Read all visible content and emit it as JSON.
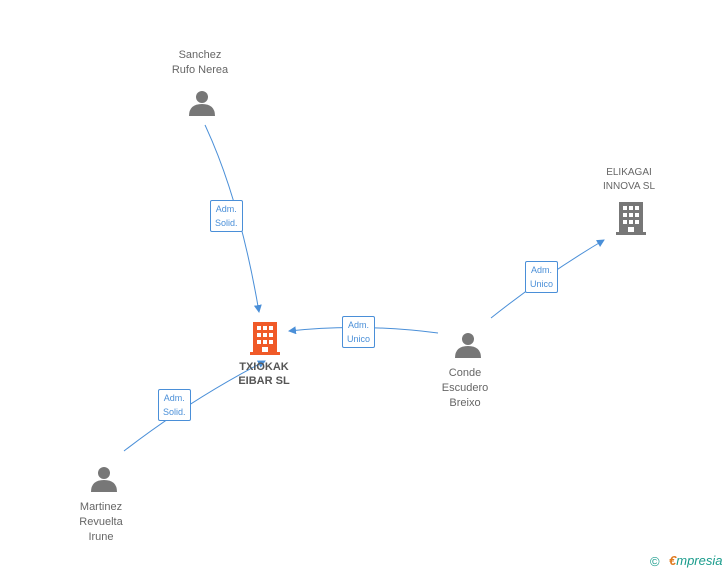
{
  "nodes": {
    "sanchez": {
      "line1": "Sanchez",
      "line2": "Rufo Nerea"
    },
    "elikagai": {
      "line1": "ELIKAGAI",
      "line2": "INNOVA  SL"
    },
    "txiokak": {
      "line1": "TXIOKAK",
      "line2": "EIBAR SL"
    },
    "conde": {
      "line1": "Conde",
      "line2": "Escudero",
      "line3": "Breixo"
    },
    "martinez": {
      "line1": "Martinez",
      "line2": "Revuelta",
      "line3": "Irune"
    }
  },
  "edges": {
    "sanchez_txiokak": {
      "line1": "Adm.",
      "line2": "Solid."
    },
    "conde_txiokak": {
      "line1": "Adm.",
      "line2": "Unico"
    },
    "conde_elikagai": {
      "line1": "Adm.",
      "line2": "Unico"
    },
    "martinez_txiokak": {
      "line1": "Adm.",
      "line2": "Solid."
    }
  },
  "footer": {
    "copyright": "©",
    "brand_initial": "€",
    "brand_rest": "mpresia"
  },
  "colors": {
    "edge": "#4a8fd8",
    "person_icon": "#777777",
    "main_company": "#f05a28",
    "company": "#777777"
  }
}
